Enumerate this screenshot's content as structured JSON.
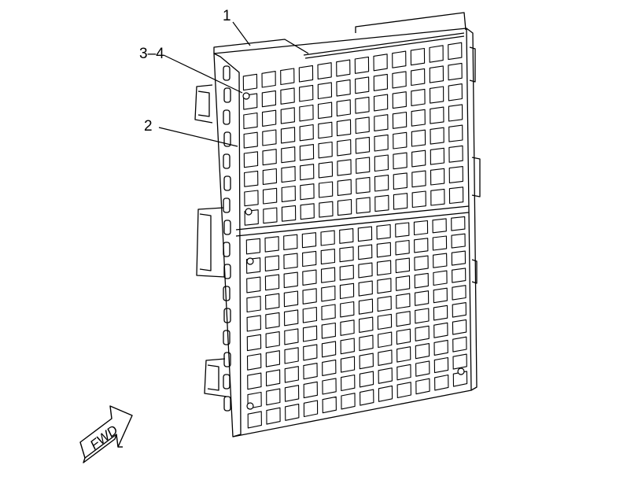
{
  "callouts": {
    "one": "1",
    "three_four": "3–4",
    "two": "2"
  },
  "fwd_arrow": {
    "label": "FWD"
  },
  "colors": {
    "line": "#000000",
    "background": "#ffffff"
  }
}
